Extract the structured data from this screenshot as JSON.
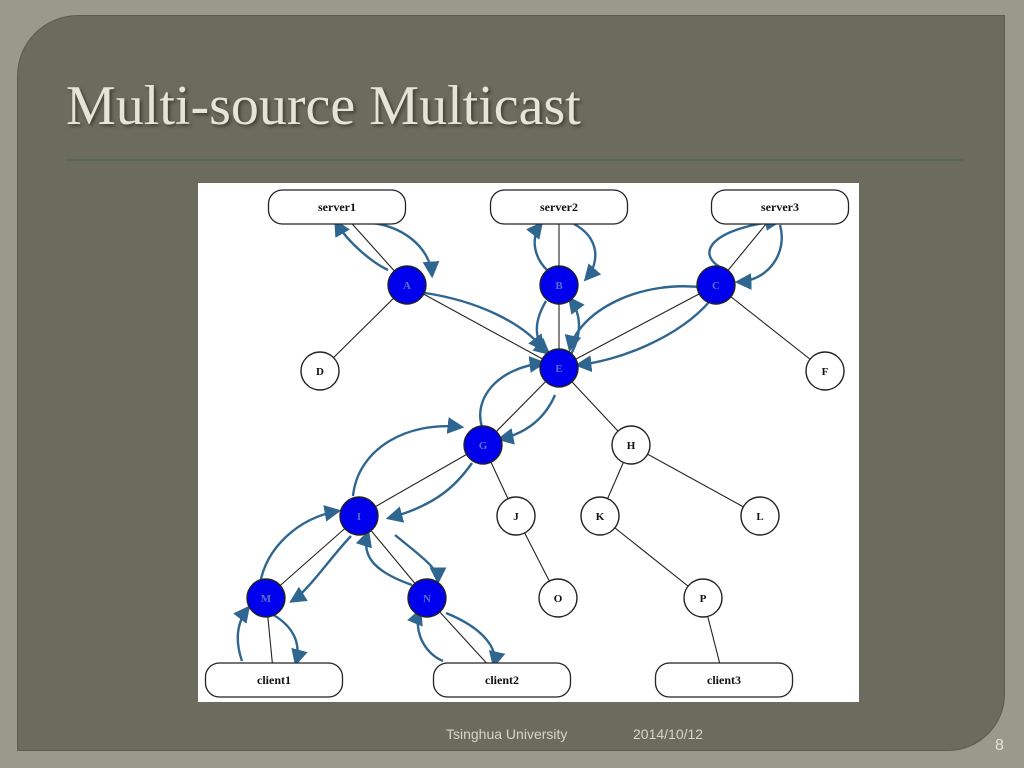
{
  "slide": {
    "title": "Multi-source Multicast",
    "footer_org": "Tsinghua University",
    "footer_date": "2014/10/12",
    "page_number": "8"
  },
  "diagram": {
    "node_color_active": "#0000ee",
    "node_color_idle": "#ffffff",
    "arrow_color": "#2f6690",
    "boxes": [
      {
        "id": "server1",
        "label": "server1"
      },
      {
        "id": "server2",
        "label": "server2"
      },
      {
        "id": "server3",
        "label": "server3"
      },
      {
        "id": "client1",
        "label": "client1"
      },
      {
        "id": "client2",
        "label": "client2"
      },
      {
        "id": "client3",
        "label": "client3"
      }
    ],
    "nodes": [
      {
        "id": "A",
        "label": "A",
        "active": true
      },
      {
        "id": "B",
        "label": "B",
        "active": true
      },
      {
        "id": "C",
        "label": "C",
        "active": true
      },
      {
        "id": "D",
        "label": "D",
        "active": false
      },
      {
        "id": "E",
        "label": "E",
        "active": true
      },
      {
        "id": "F",
        "label": "F",
        "active": false
      },
      {
        "id": "G",
        "label": "G",
        "active": true
      },
      {
        "id": "H",
        "label": "H",
        "active": false
      },
      {
        "id": "I",
        "label": "I",
        "active": true
      },
      {
        "id": "J",
        "label": "J",
        "active": false
      },
      {
        "id": "K",
        "label": "K",
        "active": false
      },
      {
        "id": "L",
        "label": "L",
        "active": false
      },
      {
        "id": "M",
        "label": "M",
        "active": true
      },
      {
        "id": "N",
        "label": "N",
        "active": true
      },
      {
        "id": "O",
        "label": "O",
        "active": false
      },
      {
        "id": "P",
        "label": "P",
        "active": false
      }
    ],
    "edges": [
      [
        "server1",
        "A"
      ],
      [
        "server2",
        "B"
      ],
      [
        "server3",
        "C"
      ],
      [
        "A",
        "D"
      ],
      [
        "A",
        "E"
      ],
      [
        "B",
        "E"
      ],
      [
        "C",
        "E"
      ],
      [
        "C",
        "F"
      ],
      [
        "E",
        "G"
      ],
      [
        "E",
        "H"
      ],
      [
        "G",
        "I"
      ],
      [
        "G",
        "J"
      ],
      [
        "H",
        "K"
      ],
      [
        "H",
        "L"
      ],
      [
        "I",
        "M"
      ],
      [
        "I",
        "N"
      ],
      [
        "J",
        "O"
      ],
      [
        "K",
        "P"
      ],
      [
        "M",
        "client1"
      ],
      [
        "N",
        "client2"
      ],
      [
        "P",
        "client3"
      ]
    ]
  }
}
